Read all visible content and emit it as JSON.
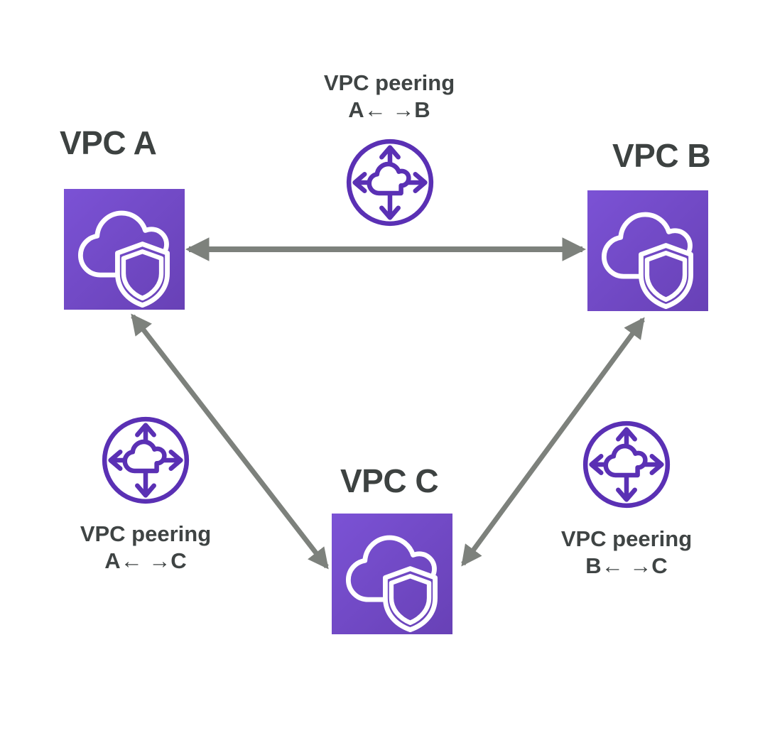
{
  "diagram_title": "VPC peering triangle diagram",
  "nodes": {
    "a": {
      "label": "VPC A"
    },
    "b": {
      "label": "VPC B"
    },
    "c": {
      "label": "VPC C"
    }
  },
  "peerings": {
    "ab": {
      "title": "VPC peering",
      "pair": "A← →B"
    },
    "ac": {
      "title": "VPC peering",
      "pair": "A← →C"
    },
    "bc": {
      "title": "VPC peering",
      "pair": "B← →C"
    }
  },
  "connections": [
    {
      "from": "VPC A",
      "to": "VPC B",
      "style": "double-arrow"
    },
    {
      "from": "VPC A",
      "to": "VPC C",
      "style": "double-arrow"
    },
    {
      "from": "VPC B",
      "to": "VPC C",
      "style": "double-arrow"
    }
  ],
  "icons": {
    "vpc": "cloud-shield-icon",
    "peering": "cloud-arrows-circle-icon"
  },
  "colors": {
    "vpc_square_gradient_start": "#7b52d5",
    "vpc_square_gradient_end": "#6841b6",
    "vpc_icon_stroke": "#ffffff",
    "peering_icon_stroke": "#5a30b4",
    "arrow": "#7d817c",
    "label_text": "#3d4241",
    "background": "#ffffff"
  }
}
